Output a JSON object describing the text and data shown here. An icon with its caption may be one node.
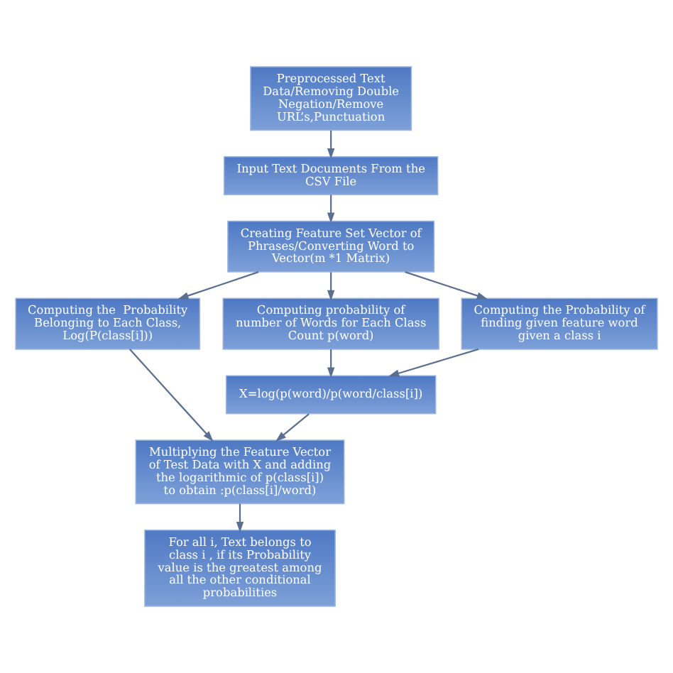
{
  "diagram": {
    "nodes": [
      {
        "text": [
          "Preprocessed Text Data/Removing Double Negation/Remove URL’s,Punctuation"
        ]
      },
      {
        "text": [
          "Input Text Documents From the  CSV File"
        ]
      },
      {
        "text": [
          "Creating Feature Set Vector of Phrases/Converting Word to Vector(m *1 Matrix)"
        ]
      },
      {
        "text": [
          "Computing the  Probability Belonging to Each Class, Log(P(class[i]))"
        ]
      },
      {
        "text": [
          "Computing probability of number of Words for Each Class Count p(word)"
        ]
      },
      {
        "text": [
          "Computing the Probability of finding given feature word given a class i"
        ]
      },
      {
        "text": [
          "X=log(p(word)/p(word/class[i])"
        ]
      },
      {
        "text": [
          "Multiplying the Feature Vector of Test Data with X and adding the logarithmic of p(class[i]) to obtain :p(class[i]/word)"
        ]
      },
      {
        "text": [
          "For all i, Text belongs to class i , if its Probability value is the greatest among all the other conditional probabilities"
        ]
      }
    ],
    "edges": [
      {
        "from": 0,
        "to": 1,
        "arrow": "to"
      },
      {
        "from": 1,
        "to": 2,
        "arrow": "to"
      },
      {
        "from": 2,
        "to": 3,
        "arrow": "to"
      },
      {
        "from": 2,
        "to": 4,
        "arrow": "to"
      },
      {
        "from": 2,
        "to": 5,
        "arrow": "to"
      },
      {
        "from": 4,
        "to": 6,
        "arrow": "to"
      },
      {
        "from": 5,
        "to": 6,
        "arrow": "to"
      },
      {
        "from": 3,
        "to": 7,
        "arrow": "to"
      },
      {
        "from": 6,
        "to": 7,
        "arrow": "to"
      },
      {
        "from": 7,
        "to": 8,
        "arrow": "to"
      }
    ]
  }
}
